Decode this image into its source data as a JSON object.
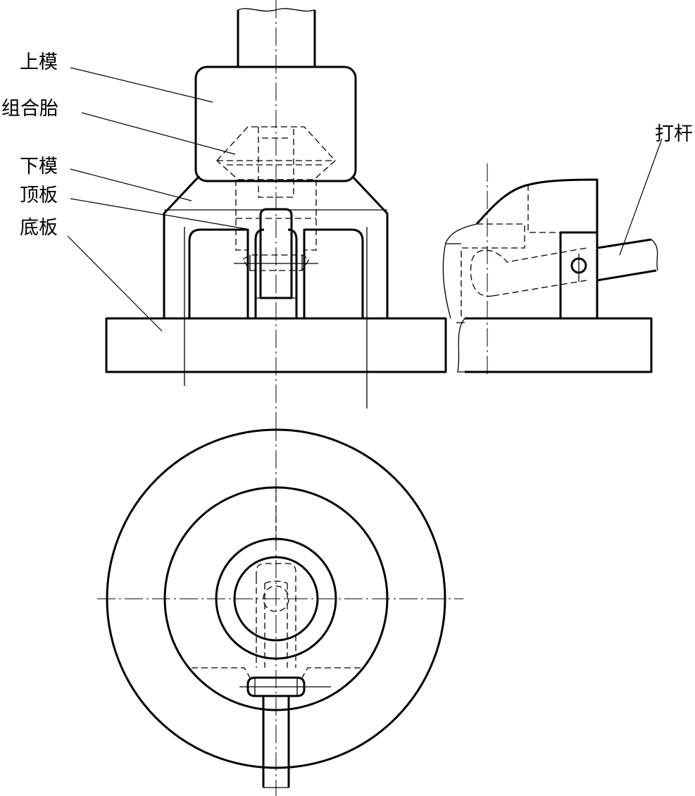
{
  "labels": {
    "upper_die": "上模",
    "combined_mold": "组合胎",
    "lower_die": "下模",
    "top_plate": "顶板",
    "base_plate": "底板",
    "knock_rod": "打杆"
  }
}
